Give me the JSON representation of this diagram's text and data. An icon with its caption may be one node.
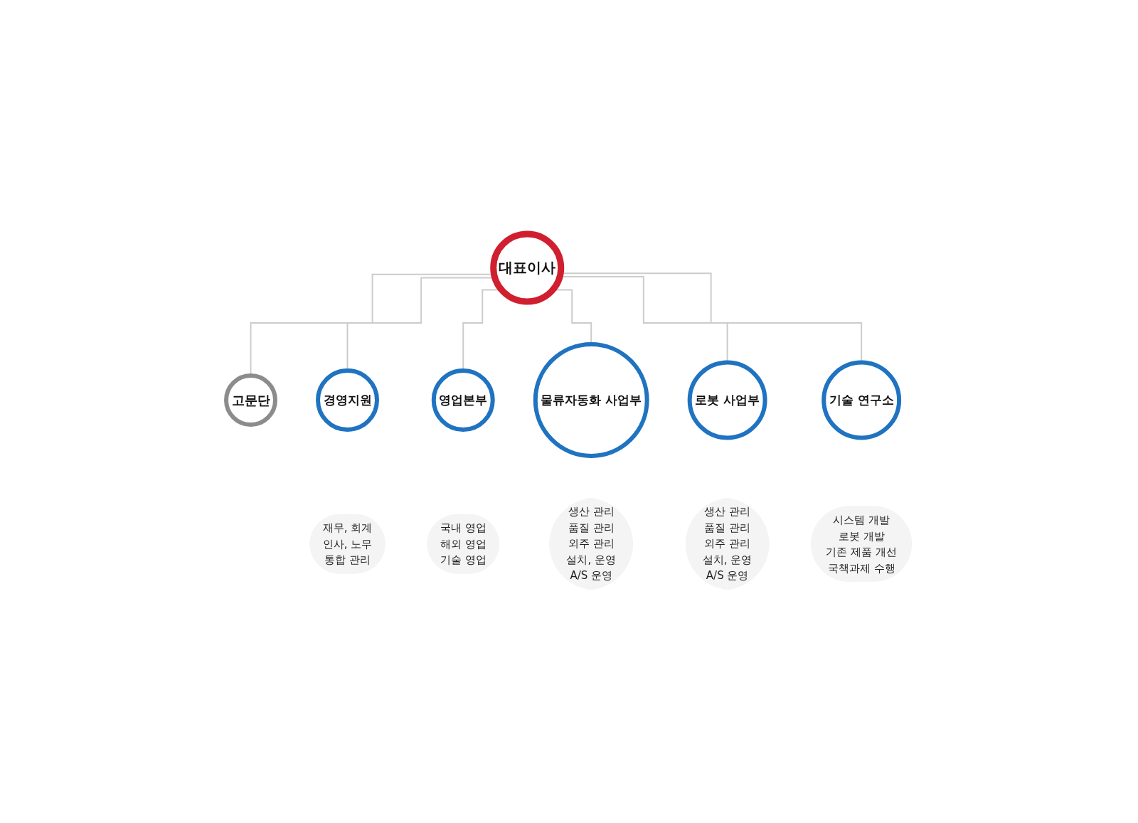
{
  "diagram": {
    "nodes": [
      {
        "text": [
          "대표이사"
        ]
      },
      {
        "text": [
          "고문단"
        ]
      },
      {
        "text": [
          "경영지원"
        ]
      },
      {
        "text": [
          "영업본부"
        ]
      },
      {
        "text": [
          "물류자동화 사업부"
        ]
      },
      {
        "text": [
          "로봇 사업부"
        ]
      },
      {
        "text": [
          "기술 연구소"
        ]
      },
      {
        "text": [
          "재무, 회계",
          "인사, 노무",
          "통합 관리"
        ]
      },
      {
        "text": [
          "국내 영업",
          "해외 영업",
          "기술 영업"
        ]
      },
      {
        "text": [
          "생산 관리",
          "품질 관리",
          "외주 관리",
          "설치, 운영",
          "A/S 운영"
        ]
      },
      {
        "text": [
          "생산 관리",
          "품질 관리",
          "외주 관리",
          "설치, 운영",
          "A/S 운영"
        ]
      },
      {
        "text": [
          "시스템 개발",
          "로봇 개발",
          "기존 제품 개선",
          "국책과제 수행"
        ]
      }
    ],
    "edges": [
      {
        "from": 0,
        "to": 1,
        "arrow": "none"
      },
      {
        "from": 0,
        "to": 2,
        "arrow": "none"
      },
      {
        "from": 0,
        "to": 3,
        "arrow": "none"
      },
      {
        "from": 0,
        "to": 4,
        "arrow": "none"
      },
      {
        "from": 0,
        "to": 5,
        "arrow": "none"
      },
      {
        "from": 0,
        "to": 6,
        "arrow": "none"
      }
    ]
  }
}
